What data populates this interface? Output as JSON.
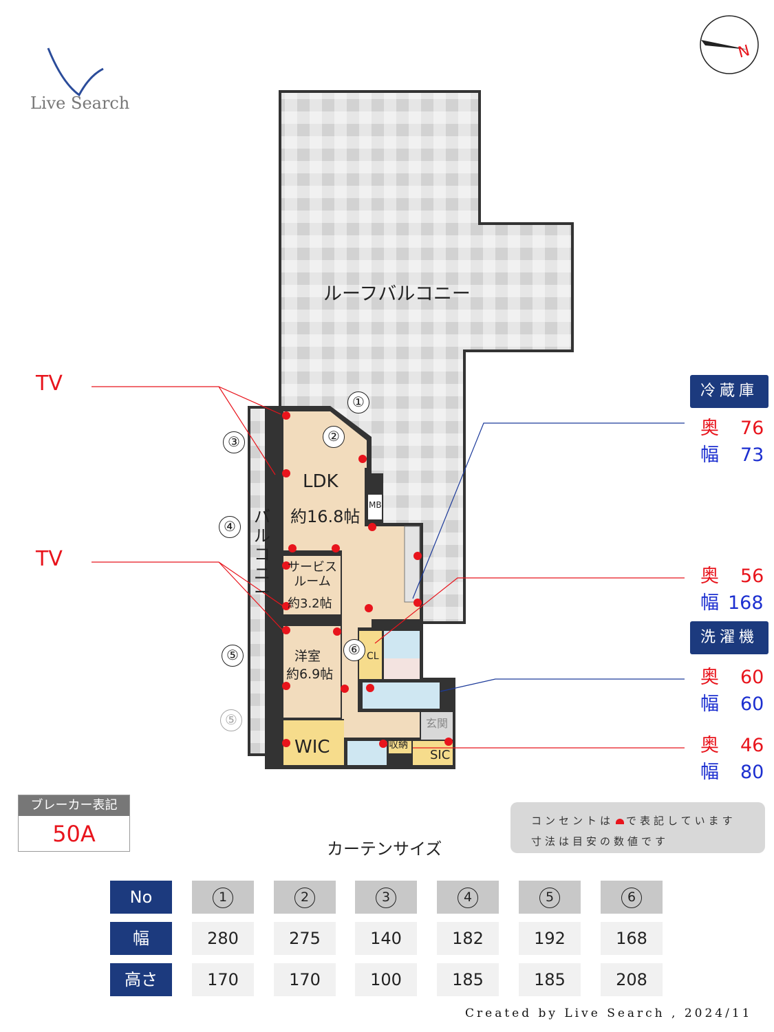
{
  "logo": {
    "text": "Live Search"
  },
  "compass": {
    "icon": "north-arrow-icon",
    "label": "N"
  },
  "plan": {
    "roof_balcony": "ルーフバルコニー",
    "balcony": "バルコニー",
    "ldk": {
      "name": "LDK",
      "size": "約16.8帖"
    },
    "service_room": {
      "name": "サービスルーム",
      "size": "約3.2帖"
    },
    "western_room": {
      "name": "洋室",
      "size": "約6.9帖"
    },
    "wic": "WIC",
    "cl": "CL",
    "mb": "MB",
    "storage": "収納",
    "sic": "SIC",
    "entrance": "玄関",
    "windows": [
      "①",
      "②",
      "③",
      "④",
      "⑤",
      "⑤",
      "⑥"
    ]
  },
  "tv_labels": [
    "TV",
    "TV"
  ],
  "callouts": {
    "fridge": {
      "title": "冷蔵庫",
      "depth_label": "奥",
      "depth": "76",
      "width_label": "幅",
      "width": "73"
    },
    "item2": {
      "depth_label": "奥",
      "depth": "56",
      "width_label": "幅",
      "width": "168"
    },
    "washer": {
      "title": "洗濯機",
      "depth_label": "奥",
      "depth": "60",
      "width_label": "幅",
      "width": "60"
    },
    "item4": {
      "depth_label": "奥",
      "depth": "46",
      "width_label": "幅",
      "width": "80"
    }
  },
  "breaker": {
    "label": "ブレーカー表記",
    "value": "50A"
  },
  "notes": {
    "line1_a": "コンセントは",
    "line1_b": "で表記しています",
    "line2": "寸法は目安の数値です"
  },
  "curtain": {
    "title": "カーテンサイズ",
    "row_headers": [
      "No",
      "幅",
      "高さ"
    ],
    "columns": [
      {
        "no": "1",
        "width": "280",
        "height": "170"
      },
      {
        "no": "2",
        "width": "275",
        "height": "170"
      },
      {
        "no": "3",
        "width": "140",
        "height": "100"
      },
      {
        "no": "4",
        "width": "182",
        "height": "185"
      },
      {
        "no": "5",
        "width": "192",
        "height": "185"
      },
      {
        "no": "6",
        "width": "168",
        "height": "208"
      }
    ]
  },
  "footer": "Created by Live Search , 2024/11",
  "colors": {
    "navy": "#1c3a7e",
    "red": "#e8141c",
    "blue": "#1c2fd0",
    "floor": "#f2dcbd",
    "yellow": "#f6dc8c"
  }
}
